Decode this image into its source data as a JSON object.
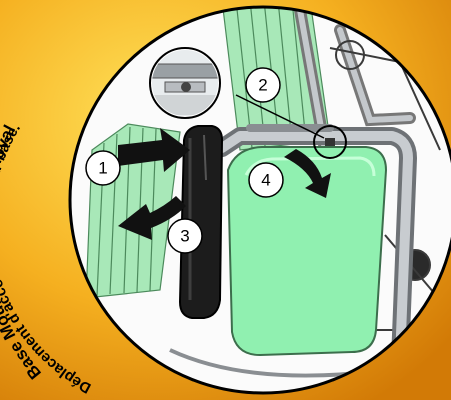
{
  "title_en": "Base Mounted Armrest Removal",
  "title_fr": "Déplacement d'accoudoir monte par base.",
  "steps": [
    "1",
    "2",
    "3",
    "4"
  ],
  "colors": {
    "background_gradient": [
      "#ffe25a",
      "#f5b020",
      "#d27a06"
    ],
    "seat_plate": "#90f0b0",
    "backrest": "#a8e8b8",
    "frame": "#a8acb0",
    "armpad": "#1a1a1a"
  },
  "icons": [
    "step-arrow-right",
    "step-arrow-curved-left",
    "step-arrow-curved-down",
    "zoom-callout-circle"
  ]
}
